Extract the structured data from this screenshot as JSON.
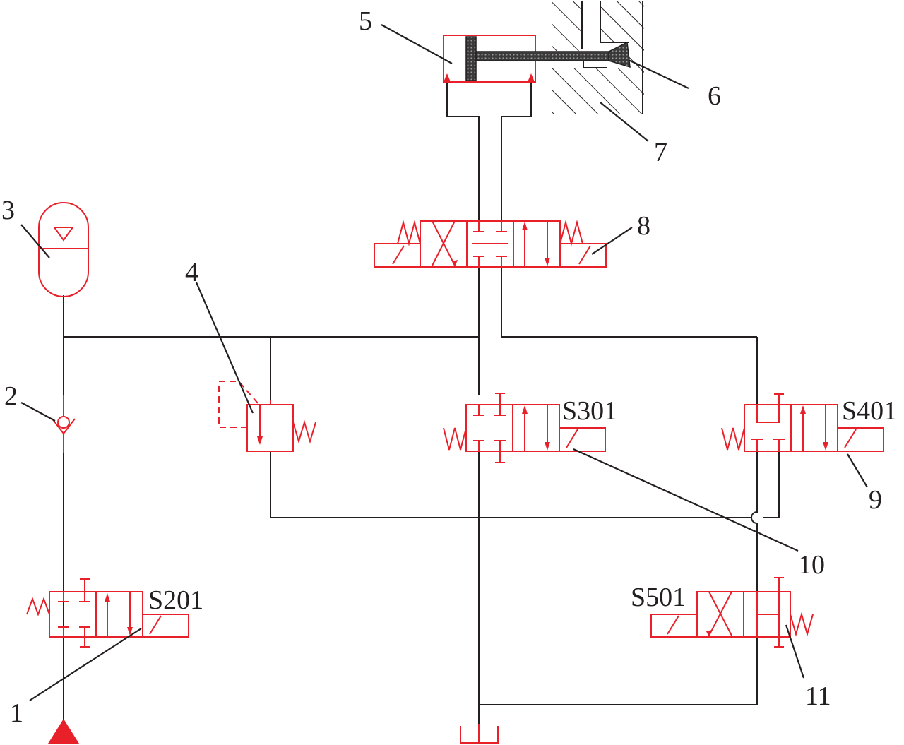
{
  "colors": {
    "line": "#231f20",
    "component": "#e8202a",
    "rod": "#4a4a4a",
    "background": "#ffffff"
  },
  "labels": {
    "n1": "1",
    "n2": "2",
    "n3": "3",
    "n4": "4",
    "n5": "5",
    "n6": "6",
    "n7": "7",
    "n8": "8",
    "n9": "9",
    "n10": "10",
    "n11": "11",
    "s201": "S201",
    "s301": "S301",
    "s401": "S401",
    "s501": "S501"
  },
  "icons": {
    "pump": "triangle-pump-icon",
    "check_valve": "check-valve-icon",
    "accumulator": "accumulator-icon",
    "relief_valve": "relief-valve-icon",
    "cylinder": "cylinder-icon",
    "tank": "tank-icon",
    "spring": "spring-icon",
    "solenoid": "solenoid-icon"
  }
}
